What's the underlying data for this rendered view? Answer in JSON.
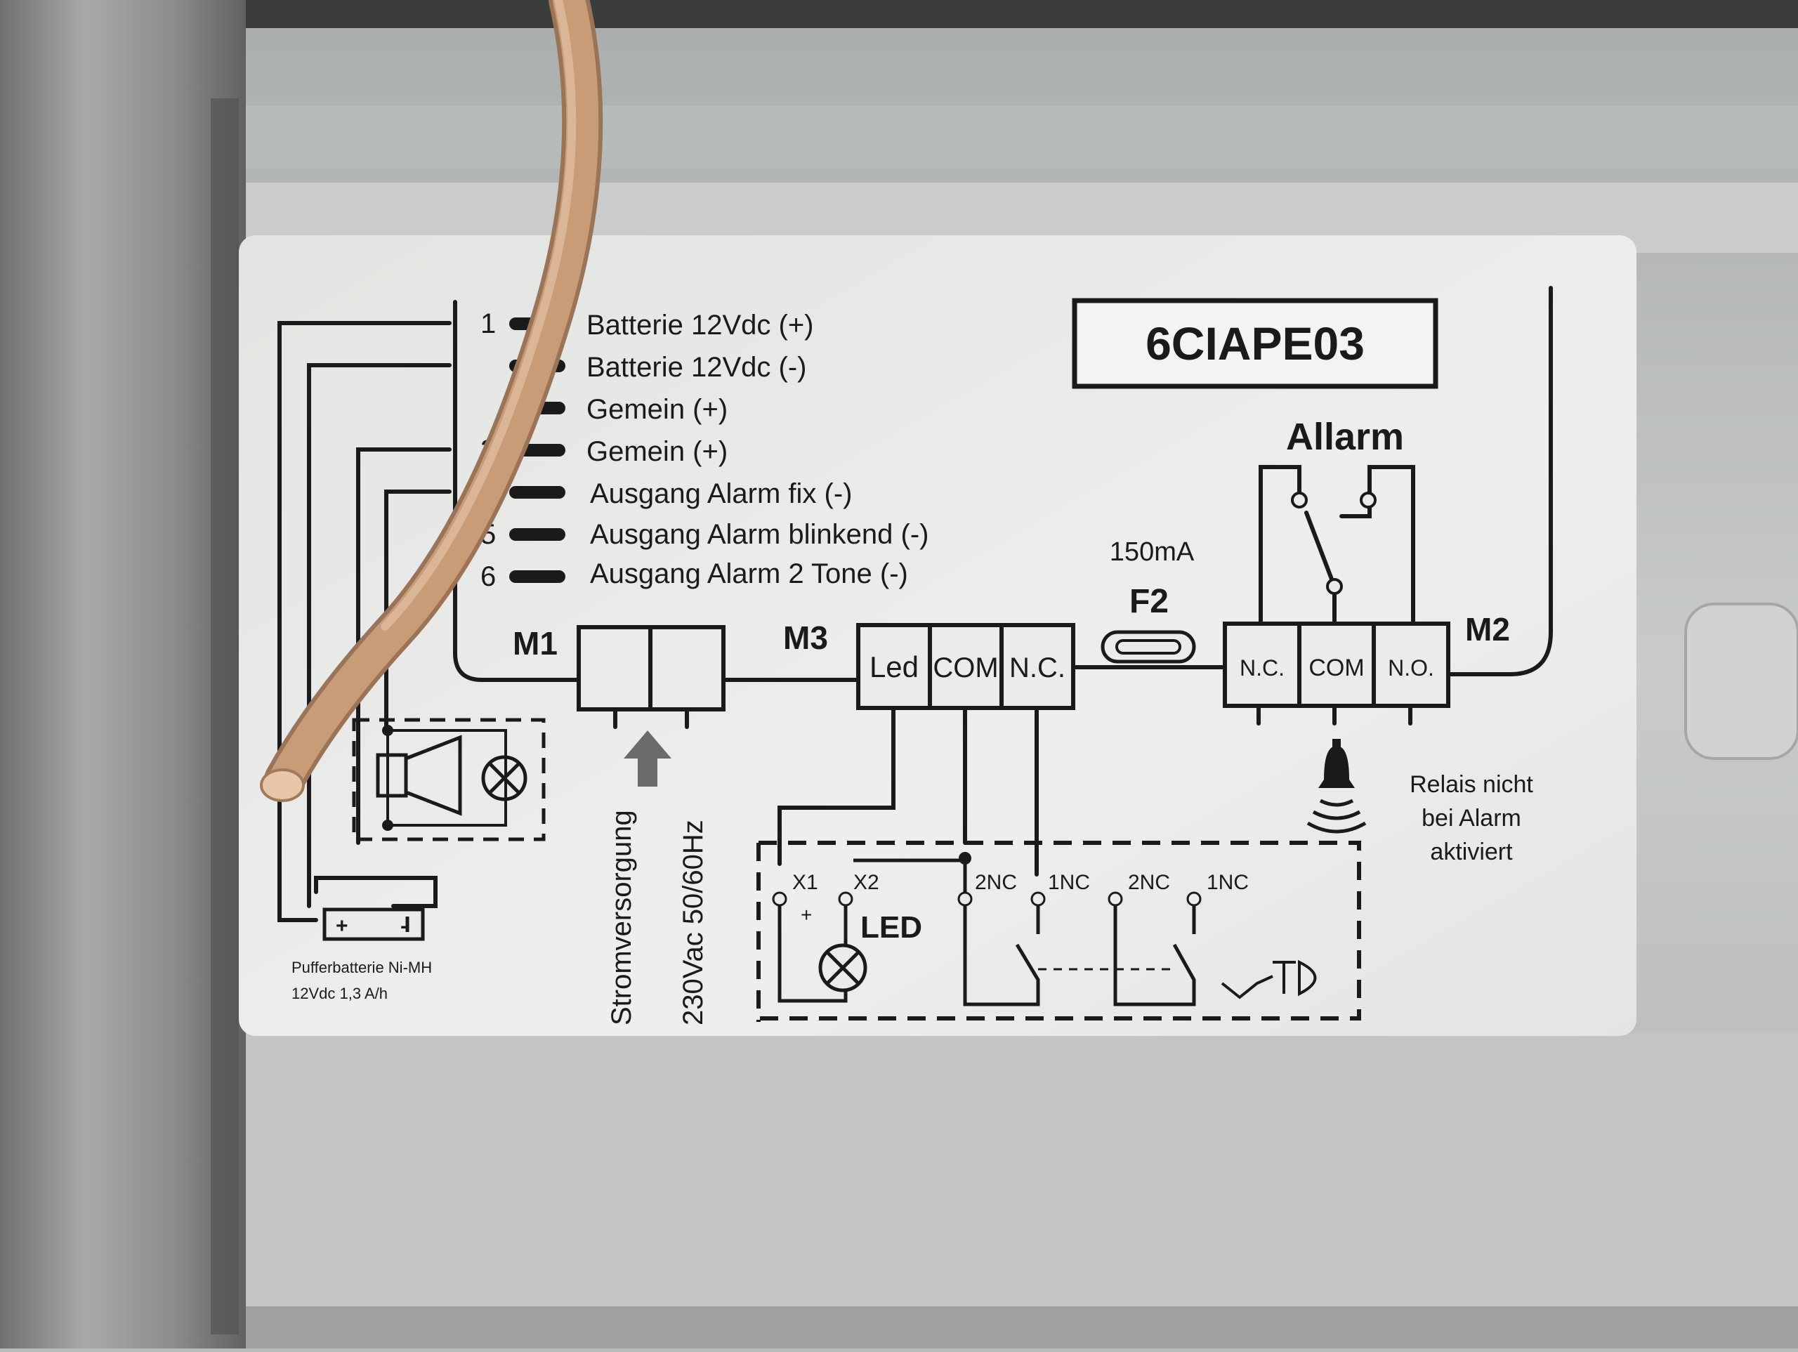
{
  "model_box": "6CIAPE03",
  "terminals_m1": [
    {
      "num": "1",
      "label": "Batterie 12Vdc (+)"
    },
    {
      "num": "",
      "label": "Batterie 12Vdc (-)"
    },
    {
      "num": "",
      "label": "Gemein (+)"
    },
    {
      "num": "3",
      "label": "Gemein (+)"
    },
    {
      "num": "4",
      "label": "Ausgang Alarm fix (-)"
    },
    {
      "num": "5",
      "label": "Ausgang Alarm blinkend (-)"
    },
    {
      "num": "6",
      "label": "Ausgang Alarm 2 Tone (-)"
    }
  ],
  "connectors": {
    "m1": "M1",
    "m3": "M3",
    "m2": "M2",
    "m3_pins": [
      "Led",
      "COM",
      "N.C."
    ],
    "m2_pins": [
      "N.C.",
      "COM",
      "N.O."
    ]
  },
  "fuse": {
    "rating": "150mA",
    "label": "F2"
  },
  "relay_title": "Allarm",
  "relay_note": [
    "Relais nicht",
    "bei Alarm",
    "aktiviert"
  ],
  "power_supply": [
    "Stromversorgung",
    "230Vac 50/60Hz"
  ],
  "battery": [
    "Pufferbatterie Ni-MH",
    "12Vdc 1,3 A/h"
  ],
  "remote_module": {
    "pins": [
      "X1",
      "X2",
      "2NC",
      "1NC",
      "2NC",
      "1NC"
    ],
    "led_label": "LED",
    "plus_sign": "+"
  },
  "colors": {
    "label_bg": "#ebecea",
    "housing": "#c4c7c5",
    "metal_bracket": "#8e918f",
    "wire": "#c79b78",
    "ink": "#1a1a1a"
  }
}
